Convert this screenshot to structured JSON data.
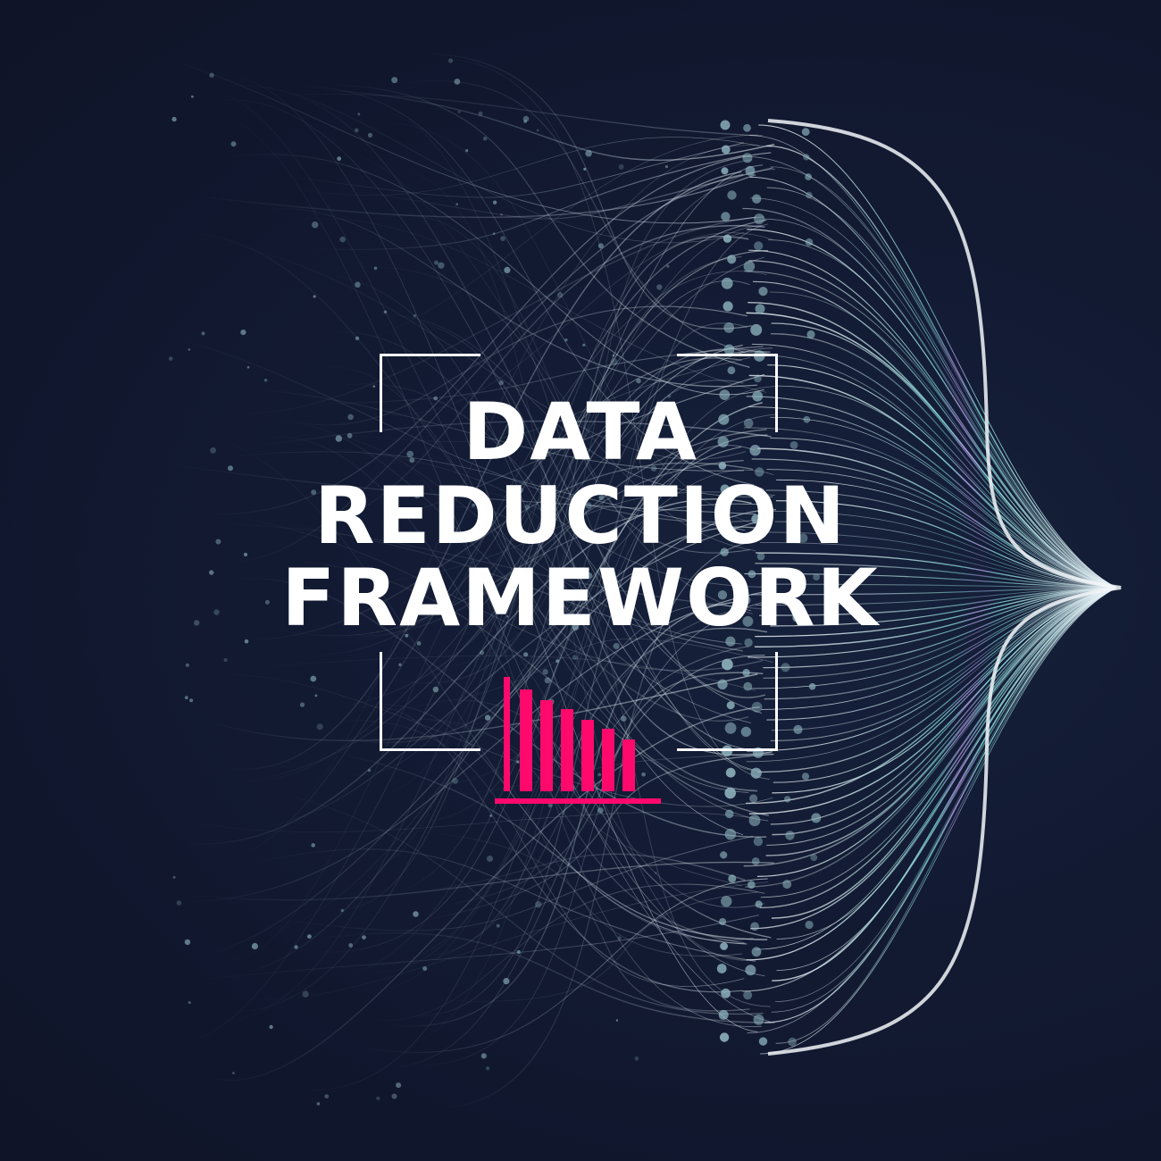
{
  "title": {
    "line1": "DATA",
    "line2": "REDUCTION",
    "line3": "FRAMEWORK"
  },
  "colors": {
    "background": "#121a32",
    "text": "#ffffff",
    "accent": "#ff0a6c",
    "filament": "#cfe3ee",
    "node": "#8fb5bf"
  },
  "icons": {
    "logo": "descending-bar-chart-icon",
    "artwork": "converging-network-filaments"
  }
}
